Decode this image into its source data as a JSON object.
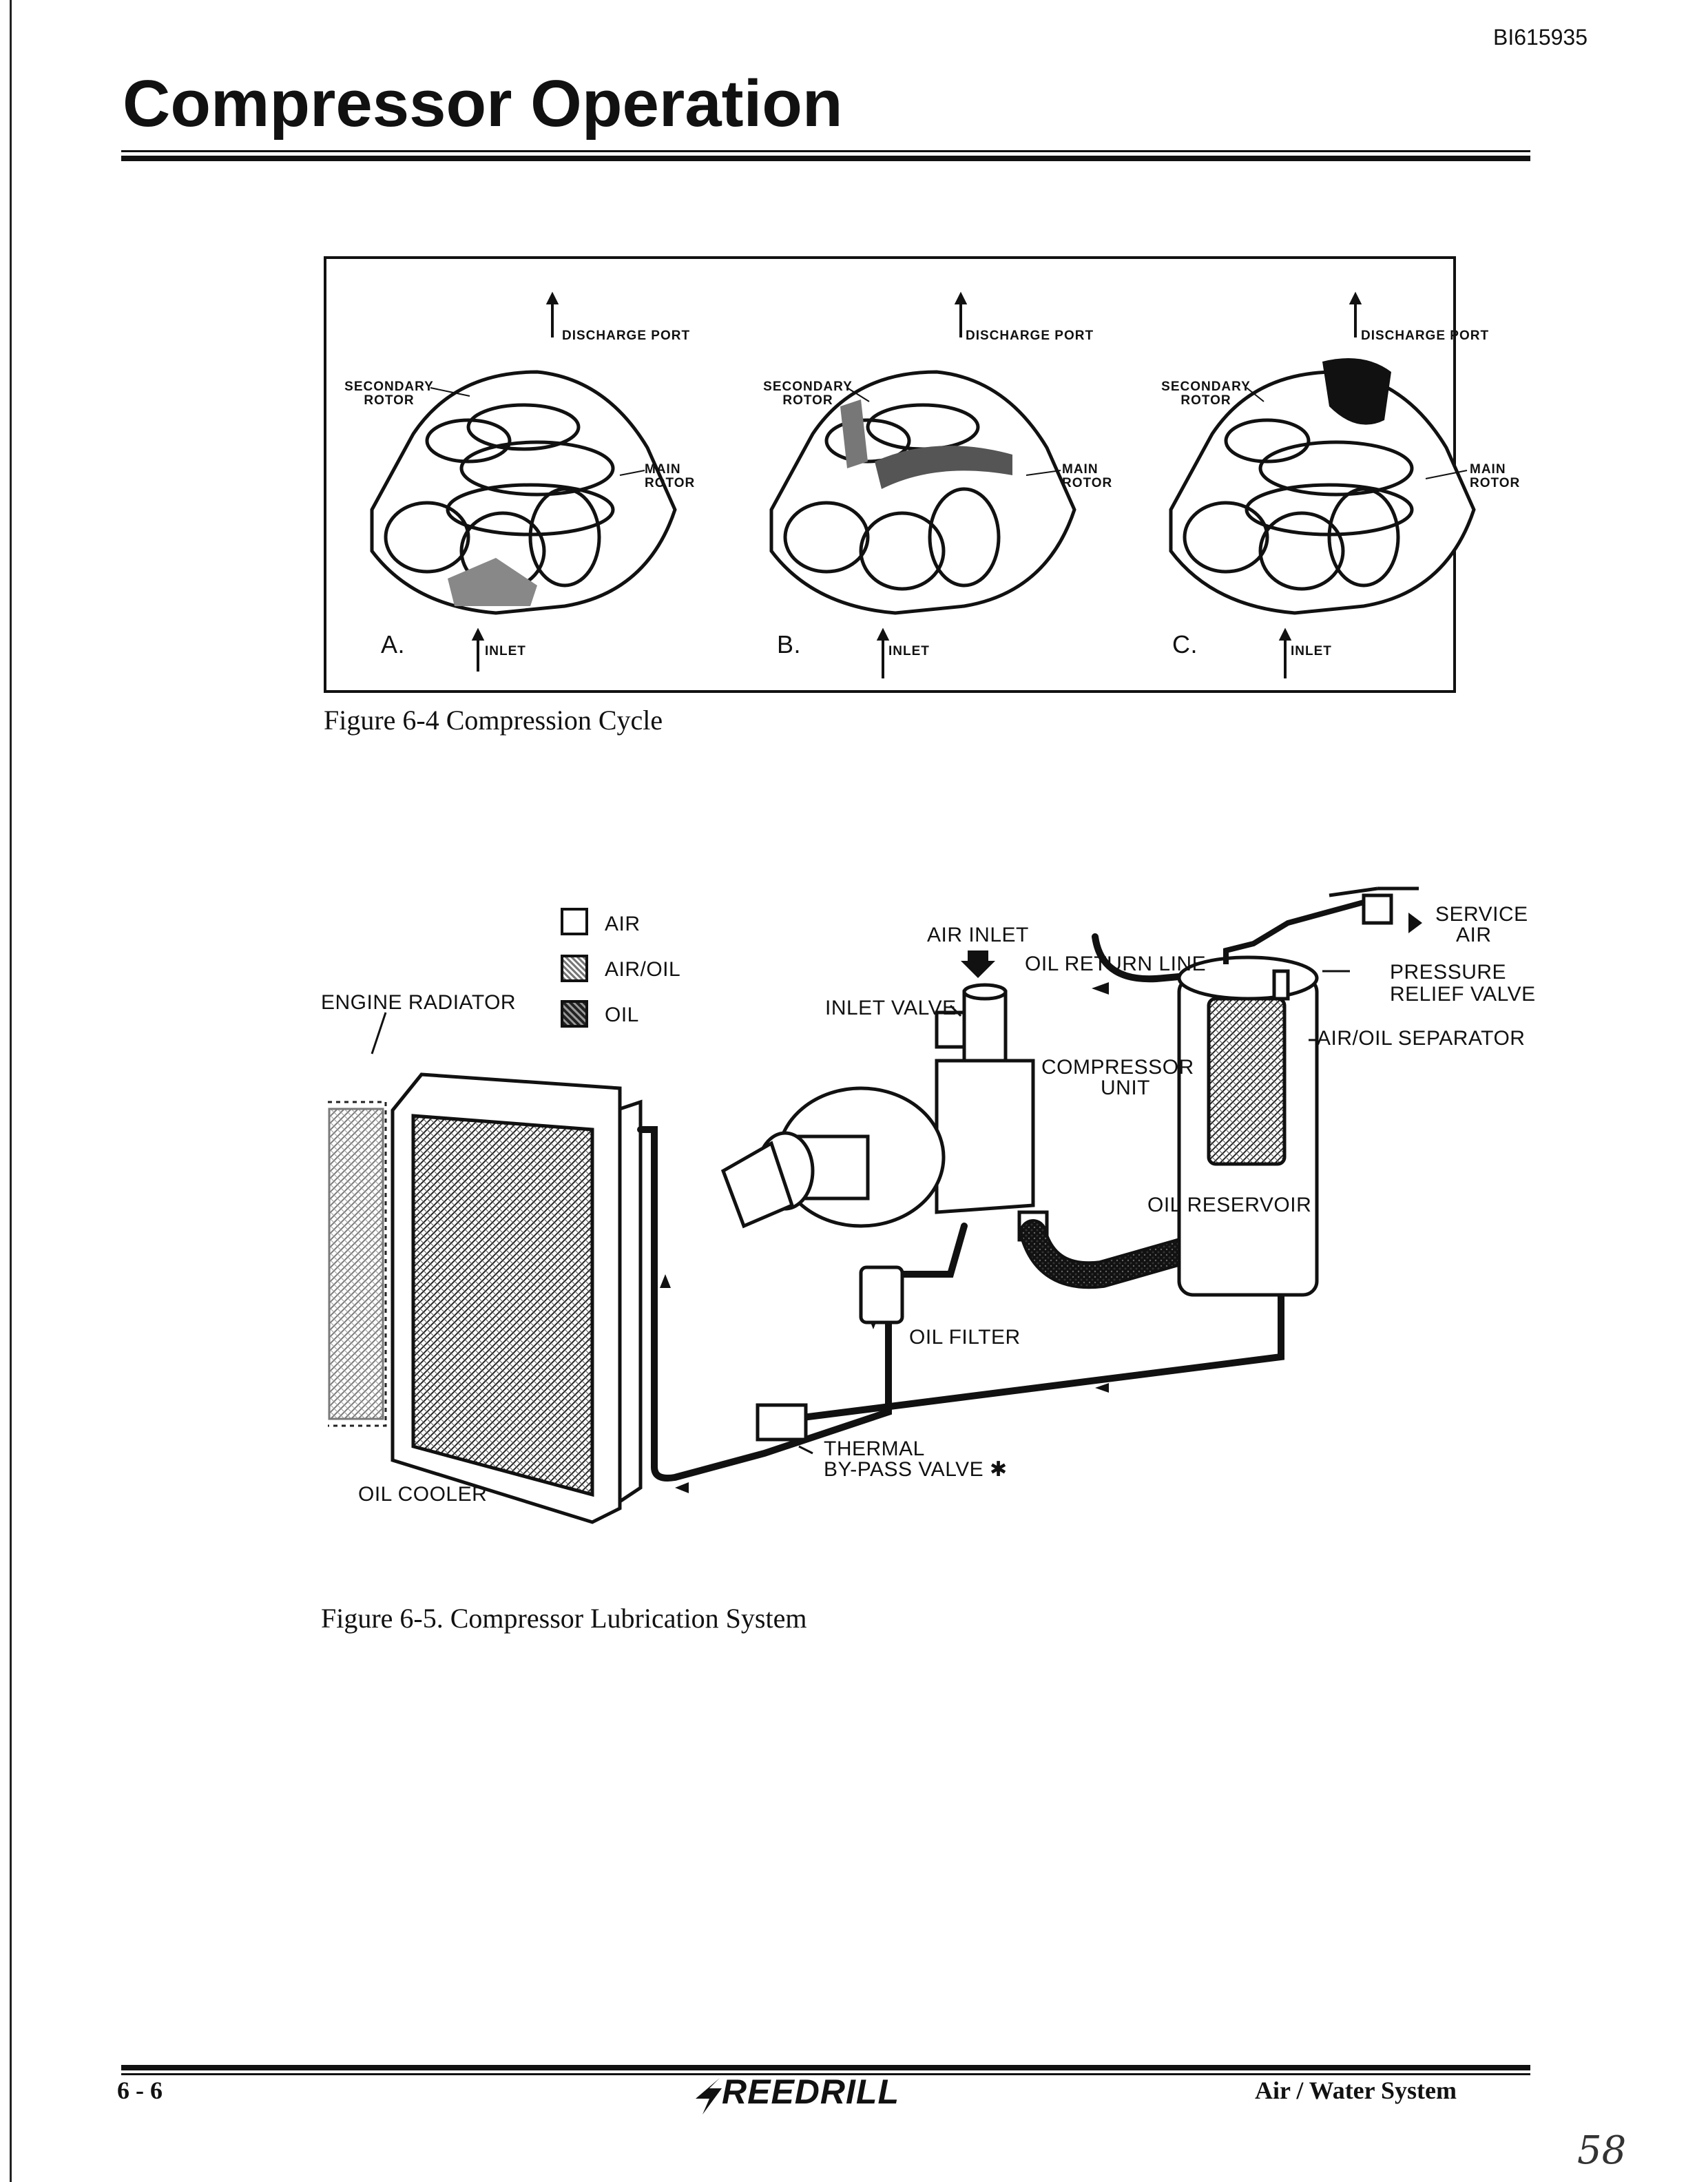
{
  "header": {
    "doc_id": "BI615935",
    "title": "Compressor Operation"
  },
  "figure_6_4": {
    "caption": "Figure 6-4 Compression Cycle",
    "panels": [
      {
        "letter": "A.",
        "discharge": "DISCHARGE PORT",
        "secondary": "SECONDARY ROTOR",
        "main": "MAIN ROTOR",
        "inlet": "INLET"
      },
      {
        "letter": "B.",
        "discharge": "DISCHARGE PORT",
        "secondary": "SECONDARY ROTOR",
        "main": "MAIN ROTOR",
        "inlet": "INLET"
      },
      {
        "letter": "C.",
        "discharge": "DISCHARGE PORT",
        "secondary": "SECONDARY ROTOR",
        "main": "MAIN ROTOR",
        "inlet": "INLET"
      }
    ]
  },
  "figure_6_5": {
    "caption": "Figure 6-5.  Compressor Lubrication System",
    "legend": [
      "AIR",
      "AIR/OIL",
      "OIL"
    ],
    "labels": {
      "engine_radiator": "ENGINE RADIATOR",
      "air_inlet": "AIR INLET",
      "oil_return_line": "OIL RETURN LINE",
      "inlet_valve": "INLET VALVE",
      "compressor_unit_1": "COMPRESSOR",
      "compressor_unit_2": "UNIT",
      "service_air_1": "SERVICE",
      "service_air_2": "AIR",
      "pressure_relief_1": "PRESSURE",
      "pressure_relief_2": "RELIEF VALVE",
      "air_oil_separator": "AIR/OIL SEPARATOR",
      "oil_reservoir": "OIL RESERVOIR",
      "oil_filter": "OIL FILTER",
      "thermal_1": "THERMAL",
      "thermal_2": "BY-PASS VALVE ✱",
      "oil_cooler": "OIL COOLER"
    }
  },
  "footer": {
    "page": "6 - 6",
    "logo": "REEDRILL",
    "section": "Air  /  Water  System",
    "handwritten": "58"
  }
}
